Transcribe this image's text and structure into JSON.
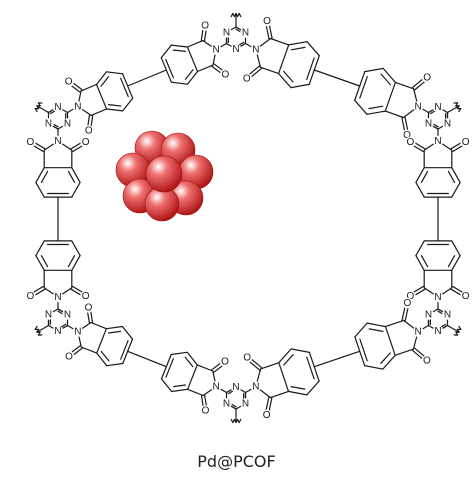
{
  "caption": "Pd@PCOF",
  "atom_labels": {
    "nitrogen": "N",
    "oxygen": "O"
  },
  "colors": {
    "bond": "#1a1a1a",
    "particle_highlight": "#ffffff",
    "particle_mid": "#ef7070",
    "particle_dark": "#b01818",
    "caption": "#222222"
  },
  "icons": {
    "particle": "pd-nanoparticle-icon",
    "triazine": "triazine-node-icon",
    "linker": "biphthalimide-linker-icon"
  }
}
